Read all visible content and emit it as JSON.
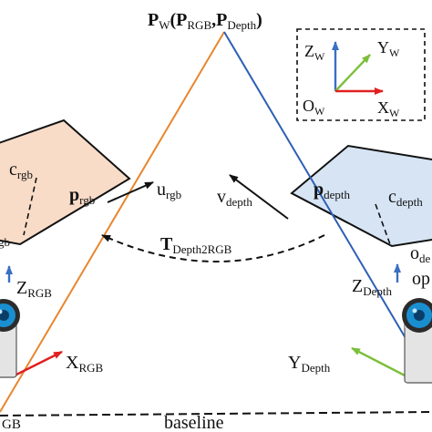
{
  "colors": {
    "rgb_plane_fill": "#f8dcc8",
    "depth_plane_fill": "#d6e4f4",
    "rgb_ray": "#e8862e",
    "depth_ray": "#2e5fb5",
    "x_axis": "#e02020",
    "y_axis": "#7cbf3a",
    "z_axis": "#3a6fc4",
    "camera_lens": "#1a8fd0",
    "line_dark": "#111111"
  },
  "world_point": {
    "P": "P",
    "W": "W",
    "open": "(",
    "rgb_P": "P",
    "rgb_sub": "RGB",
    "comma": ",",
    "depth_P": "P",
    "depth_sub": "Depth",
    "close": ")"
  },
  "world_frame": {
    "z_main": "Z",
    "z_sub": "W",
    "y_main": "Y",
    "y_sub": "W",
    "o_main": "O",
    "o_sub": "W",
    "x_main": "X",
    "x_sub": "W"
  },
  "rgb_plane": {
    "c_main": "c",
    "c_sub": "rgb",
    "p_main": "p",
    "p_sub": "rgb",
    "u_main": "u",
    "u_sub": "rgb",
    "edge_frag": "gb"
  },
  "depth_plane": {
    "p_main": "p",
    "p_sub": "depth",
    "c_main": "c",
    "c_sub": "depth",
    "v_main": "v",
    "v_sub": "depth",
    "o_main": "o",
    "o_sub": "de",
    "edge_frag": "op"
  },
  "transform": {
    "main": "T",
    "sub": "Depth2RGB"
  },
  "rgb_camera_axes": {
    "z_main": "Z",
    "z_sub": "RGB",
    "x_main": "X",
    "x_sub": "RGB",
    "bottom_frag": "GB"
  },
  "depth_camera_axes": {
    "z_main": "Z",
    "z_sub": "Depth",
    "y_main": "Y",
    "y_sub": "Depth"
  },
  "baseline_label": "baseline"
}
